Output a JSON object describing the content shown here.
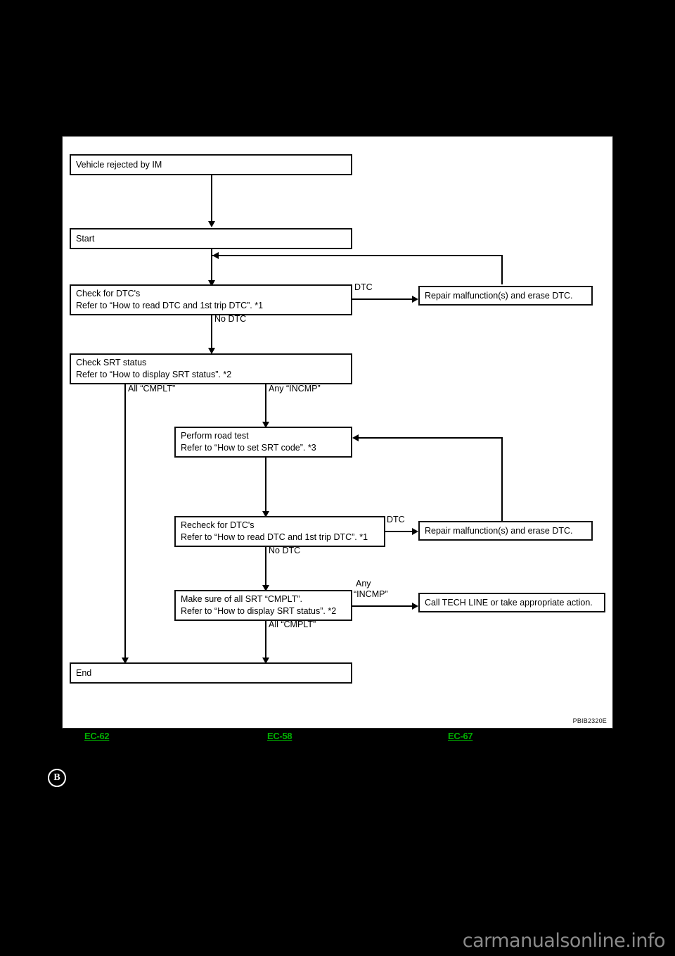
{
  "figure": {
    "code": "PBIB2320E",
    "nodes": {
      "vehicle_rejected": {
        "lines": [
          "Vehicle rejected by IM"
        ]
      },
      "start": {
        "lines": [
          "Start"
        ]
      },
      "check_dtc": {
        "lines": [
          "Check for DTC's",
          "Refer to “How to read DTC and 1st trip DTC”. *1"
        ]
      },
      "repair_1": {
        "lines": [
          "Repair malfunction(s) and erase DTC."
        ]
      },
      "check_srt": {
        "lines": [
          "Check SRT status",
          "Refer to “How to display SRT status”. *2"
        ]
      },
      "road_test": {
        "lines": [
          "Perform road test",
          "Refer to “How to set SRT code”. *3"
        ]
      },
      "recheck_dtc": {
        "lines": [
          "Recheck for DTC's",
          "Refer to “How to read DTC and 1st trip DTC”. *1"
        ]
      },
      "repair_2": {
        "lines": [
          "Repair malfunction(s) and erase DTC."
        ]
      },
      "make_sure_srt": {
        "lines": [
          "Make sure of all SRT “CMPLT”.",
          "Refer to “How to display SRT status”. *2"
        ]
      },
      "call_tech_line": {
        "lines": [
          "Call TECH LINE or take appropriate action."
        ]
      },
      "end": {
        "lines": [
          "End"
        ]
      }
    },
    "edge_labels": {
      "dtc_1": "DTC",
      "no_dtc_1": "No DTC",
      "all_cmplt_1": "All “CMPLT”",
      "any_incmp_1": "Any “INCMP”",
      "dtc_2": "DTC",
      "no_dtc_2": "No DTC",
      "any_incmp_2_l1": "Any",
      "any_incmp_2_l2": "“INCMP”",
      "all_cmplt_2": "All “CMPLT”"
    }
  },
  "page_links": [
    {
      "label": "EC-62"
    },
    {
      "label": "EC-58"
    },
    {
      "label": "EC-67"
    }
  ],
  "section_badge": {
    "letter": "B"
  },
  "watermark": {
    "text": "carmanualsonline.info"
  },
  "colors": {
    "link_green": "#00b000",
    "page_background": "#000000",
    "panel_background": "#ffffff",
    "line": "#000000"
  }
}
